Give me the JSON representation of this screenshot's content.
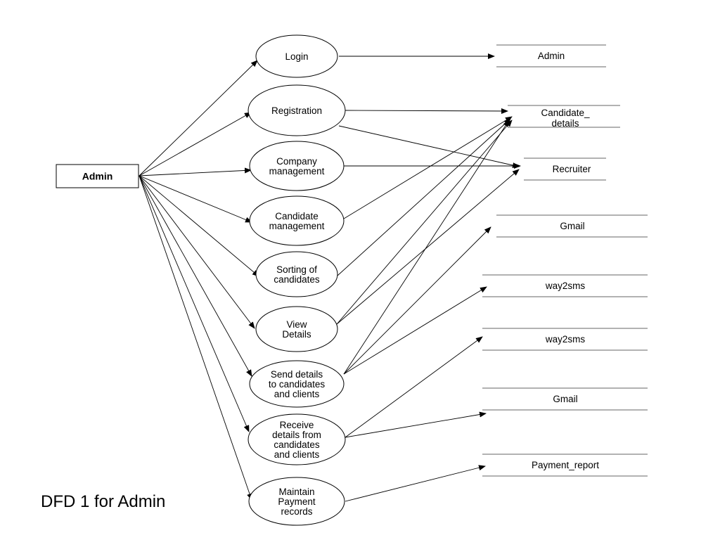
{
  "caption": "DFD 1 for Admin",
  "entity": {
    "id": "admin",
    "label": "Admin"
  },
  "processes": [
    {
      "id": "login",
      "lines": [
        "Login"
      ]
    },
    {
      "id": "registration",
      "lines": [
        "Registration"
      ]
    },
    {
      "id": "company-management",
      "lines": [
        "Company",
        "management"
      ]
    },
    {
      "id": "candidate-management",
      "lines": [
        "Candidate",
        "management"
      ]
    },
    {
      "id": "sorting-of-candidates",
      "lines": [
        "Sorting of",
        "candidates"
      ]
    },
    {
      "id": "view-details",
      "lines": [
        "View",
        "Details"
      ]
    },
    {
      "id": "send-details",
      "lines": [
        "Send details",
        "to candidates",
        "and clients"
      ]
    },
    {
      "id": "receive-details",
      "lines": [
        "Receive",
        "details from",
        "candidates",
        "and clients"
      ]
    },
    {
      "id": "maintain-payment-records",
      "lines": [
        "Maintain",
        "Payment",
        "records"
      ]
    }
  ],
  "stores": [
    {
      "id": "admin-store",
      "lines": [
        "Admin"
      ]
    },
    {
      "id": "candidate-details",
      "lines": [
        "Candidate_",
        "details"
      ]
    },
    {
      "id": "recruiter",
      "lines": [
        "Recruiter"
      ]
    },
    {
      "id": "gmail-1",
      "lines": [
        "Gmail"
      ]
    },
    {
      "id": "way2sms-1",
      "lines": [
        "way2sms"
      ]
    },
    {
      "id": "way2sms-2",
      "lines": [
        "way2sms"
      ]
    },
    {
      "id": "gmail-2",
      "lines": [
        "Gmail"
      ]
    },
    {
      "id": "payment-report",
      "lines": [
        "Payment_report"
      ]
    }
  ],
  "flows": [
    {
      "from": "admin",
      "to": "login"
    },
    {
      "from": "admin",
      "to": "registration"
    },
    {
      "from": "admin",
      "to": "company-management"
    },
    {
      "from": "admin",
      "to": "candidate-management"
    },
    {
      "from": "admin",
      "to": "sorting-of-candidates"
    },
    {
      "from": "admin",
      "to": "view-details"
    },
    {
      "from": "admin",
      "to": "send-details"
    },
    {
      "from": "admin",
      "to": "receive-details"
    },
    {
      "from": "admin",
      "to": "maintain-payment-records"
    },
    {
      "from": "login",
      "to": "admin-store"
    },
    {
      "from": "registration",
      "to": "candidate-details"
    },
    {
      "from": "registration",
      "to": "recruiter"
    },
    {
      "from": "company-management",
      "to": "recruiter"
    },
    {
      "from": "candidate-management",
      "to": "candidate-details"
    },
    {
      "from": "sorting-of-candidates",
      "to": "candidate-details"
    },
    {
      "from": "view-details",
      "to": "candidate-details"
    },
    {
      "from": "view-details",
      "to": "recruiter"
    },
    {
      "from": "send-details",
      "to": "candidate-details"
    },
    {
      "from": "send-details",
      "to": "gmail-1"
    },
    {
      "from": "send-details",
      "to": "way2sms-1"
    },
    {
      "from": "receive-details",
      "to": "way2sms-2"
    },
    {
      "from": "receive-details",
      "to": "gmail-2"
    },
    {
      "from": "maintain-payment-records",
      "to": "payment-report"
    }
  ]
}
